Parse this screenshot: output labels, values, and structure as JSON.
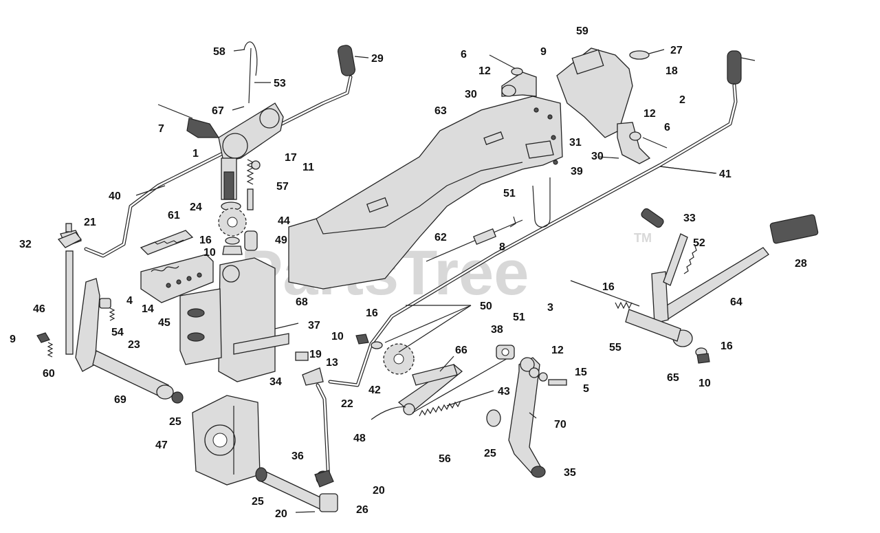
{
  "watermark": "PartsTree",
  "trademark": "TM",
  "callouts": [
    "58",
    "53",
    "29",
    "6",
    "9",
    "59",
    "27",
    "12",
    "18",
    "30",
    "2",
    "67",
    "7",
    "1",
    "17",
    "11",
    "63",
    "31",
    "6",
    "12",
    "30",
    "39",
    "41",
    "57",
    "40",
    "24",
    "51",
    "44",
    "21",
    "61",
    "33",
    "32",
    "16",
    "10",
    "49",
    "62",
    "8",
    "52",
    "28",
    "4",
    "14",
    "45",
    "68",
    "3",
    "16",
    "46",
    "54",
    "23",
    "16",
    "50",
    "64",
    "37",
    "55",
    "10",
    "38",
    "51",
    "9",
    "65",
    "16",
    "60",
    "19",
    "13",
    "66",
    "12",
    "15",
    "5",
    "34",
    "42",
    "22",
    "43",
    "10",
    "69",
    "47",
    "25",
    "48",
    "56",
    "70",
    "25",
    "35",
    "36",
    "20",
    "25",
    "26",
    "20"
  ]
}
